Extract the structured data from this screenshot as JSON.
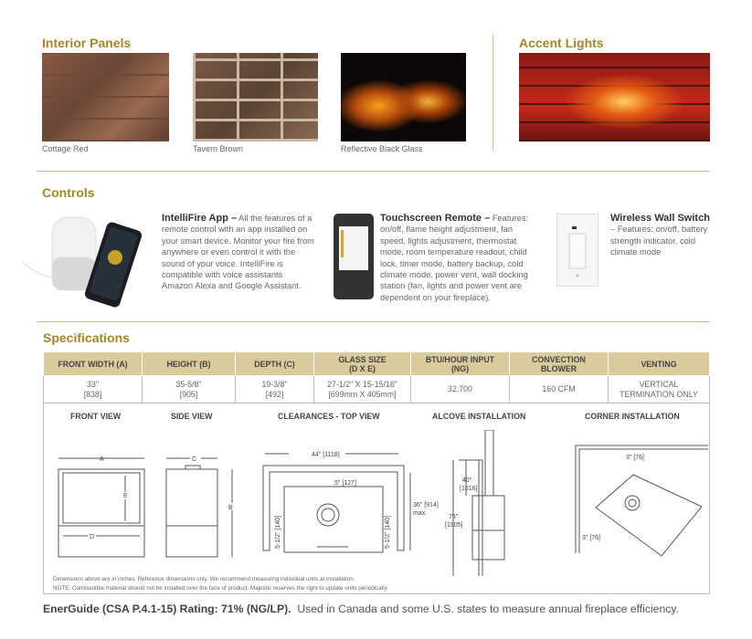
{
  "interior_panels": {
    "title": "Interior Panels",
    "items": [
      {
        "label": "Cottage Red"
      },
      {
        "label": "Tavern Brown"
      },
      {
        "label": "Reflective Black Glass"
      }
    ]
  },
  "accent_lights": {
    "title": "Accent Lights"
  },
  "controls": {
    "title": "Controls",
    "items": [
      {
        "name": "IntelliFire App –",
        "desc": " All the features of a remote control with an app installed on your smart device. Monitor your fire from anywhere or even control it with the sound of your voice. IntelliFire is compatible with voice assistants Amazon Alexa and Google Assistant."
      },
      {
        "name": "Touchscreen Remote –",
        "desc": " Features: on/off, flame height adjustment, fan speed, lights adjustment, thermostat mode, room temperature readout, child lock, timer mode, battery backup, cold climate mode, power vent, wall docking station (fan, lights and power vent are dependent on your fireplace)."
      },
      {
        "name": "Wireless Wall Switch",
        "desc": "– Features: on/off, battery strength indicator, cold climate mode"
      }
    ]
  },
  "specifications": {
    "title": "Specifications",
    "headers": [
      "FRONT WIDTH (A)",
      "HEIGHT (B)",
      "DEPTH (C)",
      "GLASS SIZE\n(D X E)",
      "BTU/HOUR INPUT\n(NG)",
      "CONVECTION\nBLOWER",
      "VENTING"
    ],
    "values": [
      "33\"\n[838]",
      "35-5/8\"\n[905]",
      "19-3/8\"\n[492]",
      "27-1/2\" X 15-15/16\"\n[699mm X 405mm]",
      "32,700",
      "160 CFM",
      "VERTICAL\nTERMINATION ONLY"
    ]
  },
  "diagrams": {
    "titles": [
      "FRONT VIEW",
      "SIDE VIEW",
      "CLEARANCES - TOP VIEW",
      "ALCOVE INSTALLATION",
      "CORNER INSTALLATION"
    ],
    "labels": {
      "a": "A",
      "b": "B",
      "c": "C",
      "d": "D",
      "e": "E",
      "width": "44\" [1118]",
      "top": "5\" [127]",
      "side_l": "5-1/2\" [140]",
      "side_r": "5-1/2\" [140]",
      "depth": "36\" [914]",
      "max": "max.",
      "alcove_h1": "40\"",
      "alcove_h1m": "[1016]",
      "alcove_h2": "75\"",
      "alcove_h2m": "[1905]",
      "corner1": "3\" [76]",
      "corner2": "3\" [76]"
    },
    "notes": [
      "Dimensions above are in inches. Reference dimensions only. We recommend measuring individual units at installation.",
      "NOTE: Combustible material should not be installed over the face of product. Majestic reserves the right to update units periodically."
    ]
  },
  "energuide": {
    "bold": "EnerGuide (CSA P.4.1-15) Rating: 71% (NG/LP).",
    "text": "  Used in Canada and some U.S. states to measure annual fireplace efficiency."
  }
}
